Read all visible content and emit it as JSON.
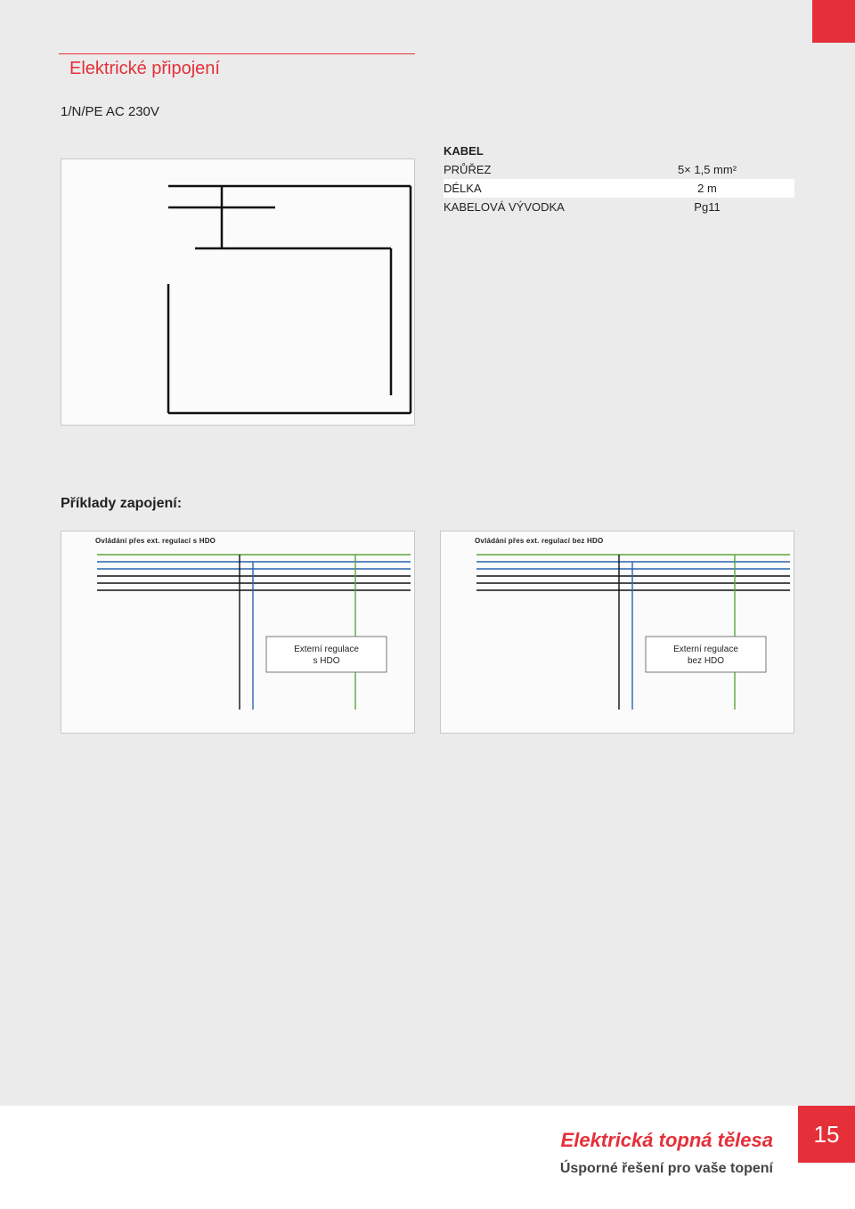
{
  "header": {
    "title": "Elektrické připojení",
    "voltage": "1/N/PE AC 230V"
  },
  "cable": {
    "heading": "KABEL",
    "rows": [
      {
        "label": "PRŮŘEZ",
        "value": "5× 1,5 mm²"
      },
      {
        "label": "DÉLKA",
        "value": "2 m"
      },
      {
        "label": "KABELOVÁ VÝVODKA",
        "value": "Pg11"
      }
    ]
  },
  "examples": {
    "title": "Příklady zapojení:",
    "diagram_a": {
      "title": "Ovládání přes ext. regulací s HDO",
      "box_line1": "Externí regulace",
      "box_line2": "s HDO"
    },
    "diagram_b": {
      "title": "Ovládání přes ext. regulací bez HDO",
      "box_line1": "Externí regulace",
      "box_line2": "bez HDO"
    }
  },
  "footer": {
    "title": "Elektrická topná tělesa",
    "subtitle": "Úsporné řešení pro vaše topení",
    "page_number": "15"
  }
}
